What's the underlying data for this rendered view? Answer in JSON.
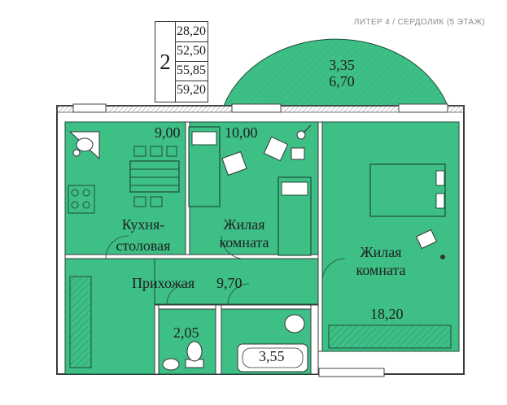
{
  "header": {
    "title": "ЛИТЕР 4 / СЕРДОЛИК (5 ЭТАЖ)"
  },
  "summary": {
    "rooms": "2",
    "areas": [
      "28,20",
      "52,50",
      "55,85",
      "59,20"
    ]
  },
  "balcony": {
    "area_line1": "3,35",
    "area_line2": "6,70"
  },
  "rooms": {
    "kitchen": {
      "area": "9,00",
      "name_line1": "Кухня-",
      "name_line2": "столовая"
    },
    "bedroom_small": {
      "area": "10,00",
      "name_line1": "Жилая",
      "name_line2": "комната"
    },
    "bedroom_large": {
      "area": "18,20",
      "name_line1": "Жилая",
      "name_line2": "комната"
    },
    "hallway": {
      "name": "Прихожая",
      "area": "9,70"
    },
    "wc": {
      "area": "2,05"
    },
    "bathroom": {
      "area": "3,55"
    }
  },
  "colors": {
    "room_fill": "#3dbf86",
    "wall": "#3a3a3a",
    "line": "#1f4d3a",
    "header_text": "#8a8a8a"
  },
  "icons": {
    "stove": "stove-icon",
    "sink": "sink-icon",
    "table": "dining-table-icon",
    "bed": "bed-icon",
    "toilet": "toilet-icon",
    "bathtub": "bathtub-icon",
    "chair": "armchair-icon",
    "desk": "desk-icon",
    "wardrobe": "wardrobe-icon",
    "plant": "plant-icon",
    "guitar": "guitar-icon"
  }
}
